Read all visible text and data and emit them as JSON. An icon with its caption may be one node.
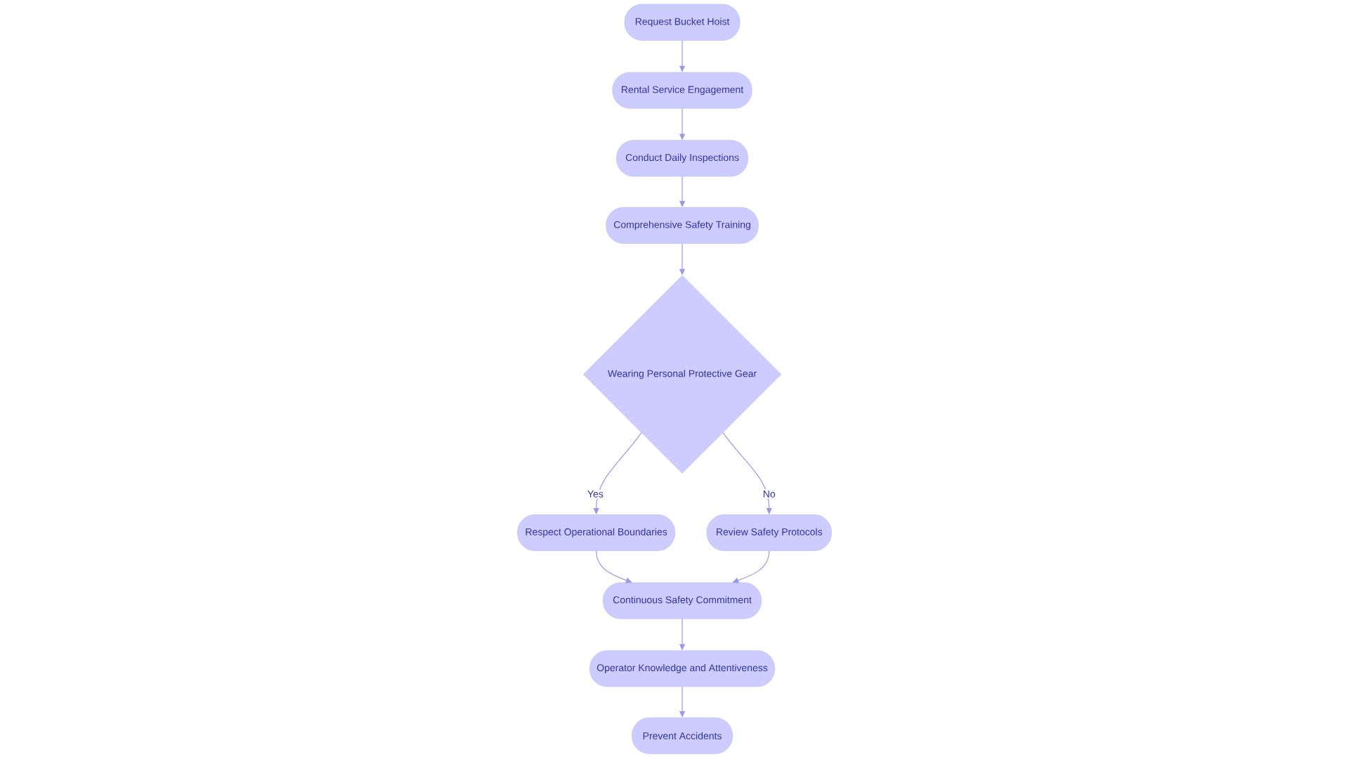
{
  "diagram": {
    "nodes": [
      {
        "text": [
          "Request Bucket Hoist"
        ]
      },
      {
        "text": [
          "Rental Service Engagement"
        ]
      },
      {
        "text": [
          "Conduct Daily Inspections"
        ]
      },
      {
        "text": [
          "Comprehensive Safety Training"
        ]
      },
      {
        "text": [
          "Wearing Personal Protective Gear"
        ]
      },
      {
        "text": [
          "Respect Operational Boundaries"
        ]
      },
      {
        "text": [
          "Review Safety Protocols"
        ]
      },
      {
        "text": [
          "Continuous Safety Commitment"
        ]
      },
      {
        "text": [
          "Operator Knowledge and Attentiveness"
        ]
      },
      {
        "text": [
          "Prevent Accidents"
        ]
      }
    ],
    "edges": [
      {
        "from": 0,
        "to": 1,
        "arrow": "to"
      },
      {
        "from": 1,
        "to": 2,
        "arrow": "to"
      },
      {
        "from": 2,
        "to": 3,
        "arrow": "to"
      },
      {
        "from": 3,
        "to": 4,
        "arrow": "to"
      },
      {
        "from": 4,
        "to": 5,
        "arrow": "to",
        "label": "Yes"
      },
      {
        "from": 4,
        "to": 6,
        "arrow": "to",
        "label": "No"
      },
      {
        "from": 5,
        "to": 7,
        "arrow": "to"
      },
      {
        "from": 6,
        "to": 7,
        "arrow": "to"
      },
      {
        "from": 7,
        "to": 8,
        "arrow": "to"
      },
      {
        "from": 8,
        "to": 9,
        "arrow": "to"
      }
    ]
  }
}
